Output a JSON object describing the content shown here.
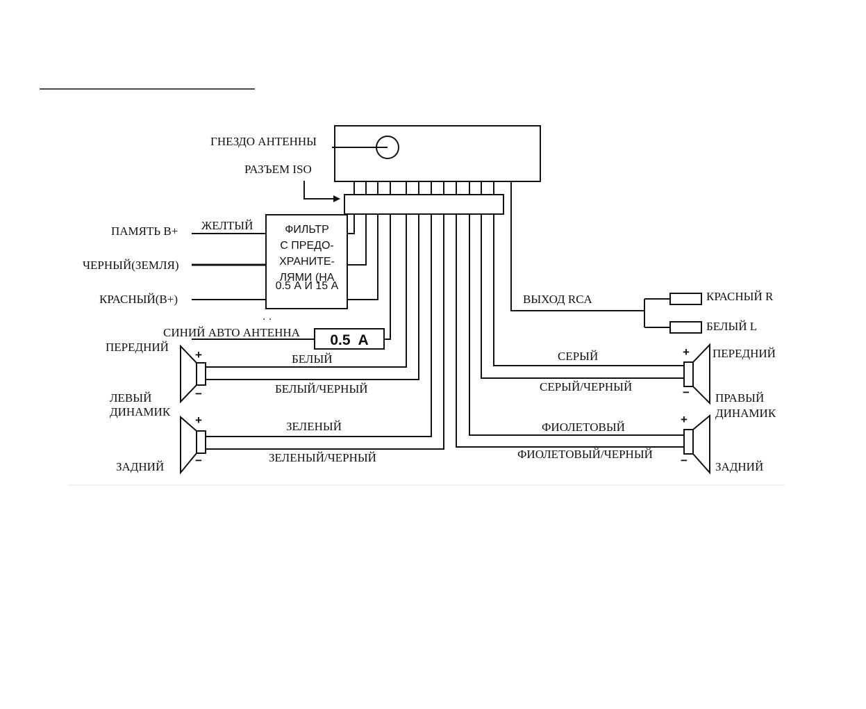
{
  "labels": {
    "antenna_socket": "ГНЕЗДО АНТЕННЫ",
    "iso_connector": "РАЗЪЕМ ISO",
    "memory_b": "ПАМЯТЬ В+",
    "yellow": "ЖЕЛТЫЙ",
    "black_ground": "ЧЕРНЫЙ(ЗЕМЛЯ)",
    "red_b": "КРАСНЫЙ(В+)",
    "blue_auto_antenna": "СИНИЙ АВТО АНТЕННА",
    "rca_out": "ВЫХОД RCA",
    "red_r": "КРАСНЫЙ R",
    "white_l": "БЕЛЫЙ L"
  },
  "filter_box": {
    "lines": [
      "ФИЛЬТР",
      "С ПРЕДО-",
      "ХРАНИТЕ-",
      "ЛЯМИ (НА",
      "0.5 А И 15 А"
    ]
  },
  "fuse": {
    "label": "0.5  A"
  },
  "left_speakers": {
    "front": "ПЕРЕДНИЙ",
    "left_line1": "ЛЕВЫЙ",
    "left_line2": "ДИНАМИК",
    "rear": "ЗАДНИЙ"
  },
  "right_speakers": {
    "front": "ПЕРЕДНИЙ",
    "right_line1": "ПРАВЫЙ",
    "right_line2": "ДИНАМИК",
    "rear": "ЗАДНИЙ"
  },
  "wires": {
    "white": "БЕЛЫЙ",
    "white_black": "БЕЛЫЙ/ЧЕРНЫЙ",
    "green": "ЗЕЛЕНЫЙ",
    "green_black": "ЗЕЛЕНЫЙ/ЧЕРНЫЙ",
    "gray": "СЕРЫЙ",
    "gray_black": "СЕРЫЙ/ЧЕРНЫЙ",
    "violet": "ФИОЛЕТОВЫЙ",
    "violet_black": "ФИОЛЕТОВЫЙ/ЧЕРНЫЙ"
  },
  "polarity": {
    "plus": "+",
    "minus": "−"
  },
  "marks": {
    "dots": ". ."
  }
}
